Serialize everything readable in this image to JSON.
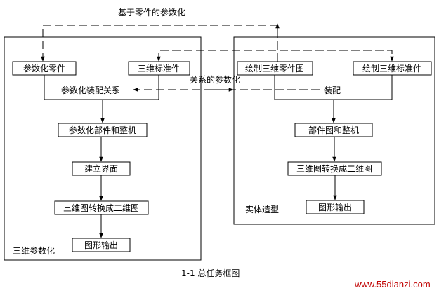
{
  "top_label": "基于零件的参数化",
  "relation_label": "关系的参数化",
  "left_panel": {
    "title": "三维参数化",
    "param_part": "参数化零件",
    "std_part": "三维标准件",
    "assembly_relation": "参数化装配关系",
    "param_component": "参数化部件和整机",
    "build_ui": "建立界面",
    "convert": "三维图转换成二维图",
    "output": "图形输出"
  },
  "right_panel": {
    "title": "实体造型",
    "draw_part": "绘制三维零件图",
    "draw_std": "绘制三维标准件",
    "assembly": "装配",
    "component": "部件图和整机",
    "convert": "三维图转换成二维图",
    "output": "图形输出"
  },
  "caption": "1-1 总任务框图",
  "watermark": "www.55dianzi.com"
}
